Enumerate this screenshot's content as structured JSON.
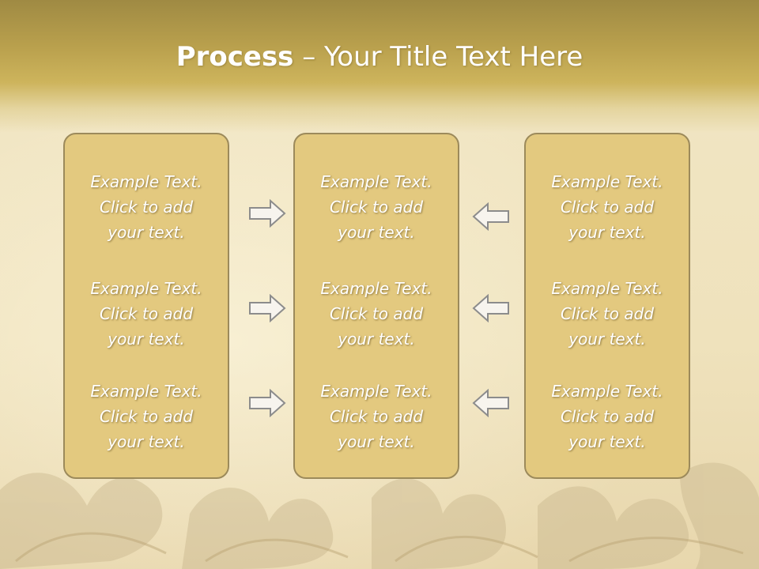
{
  "slide": {
    "title_bold": "Process",
    "title_rest": " – Your Title Text Here",
    "colors": {
      "header": "#c1a853",
      "box_fill": "#e3c97f",
      "box_border": "#9c8a5b",
      "arrow_fill": "#f7f4ee",
      "arrow_stroke": "#8c8c8c"
    },
    "columns": [
      {
        "blocks": [
          [
            "Example Text.",
            "Click  to add",
            "your text."
          ],
          [
            "Example Text.",
            "Click  to add",
            "your text."
          ],
          [
            "Example Text.",
            "Click  to add",
            "your text."
          ]
        ]
      },
      {
        "blocks": [
          [
            "Example Text.",
            "Click  to add",
            "your text."
          ],
          [
            "Example Text.",
            "Click  to add",
            "your text."
          ],
          [
            "Example Text.",
            "Click  to add",
            "your text."
          ]
        ]
      },
      {
        "blocks": [
          [
            "Example Text.",
            "Click  to add",
            "your text."
          ],
          [
            "Example Text.",
            "Click  to add",
            "your text."
          ],
          [
            "Example Text.",
            "Click  to add",
            "your text."
          ]
        ]
      }
    ],
    "arrows": {
      "left_column": [
        "right-arrow-icon",
        "right-arrow-icon",
        "right-arrow-icon"
      ],
      "right_column": [
        "left-arrow-icon",
        "left-arrow-icon",
        "left-arrow-icon"
      ]
    }
  }
}
